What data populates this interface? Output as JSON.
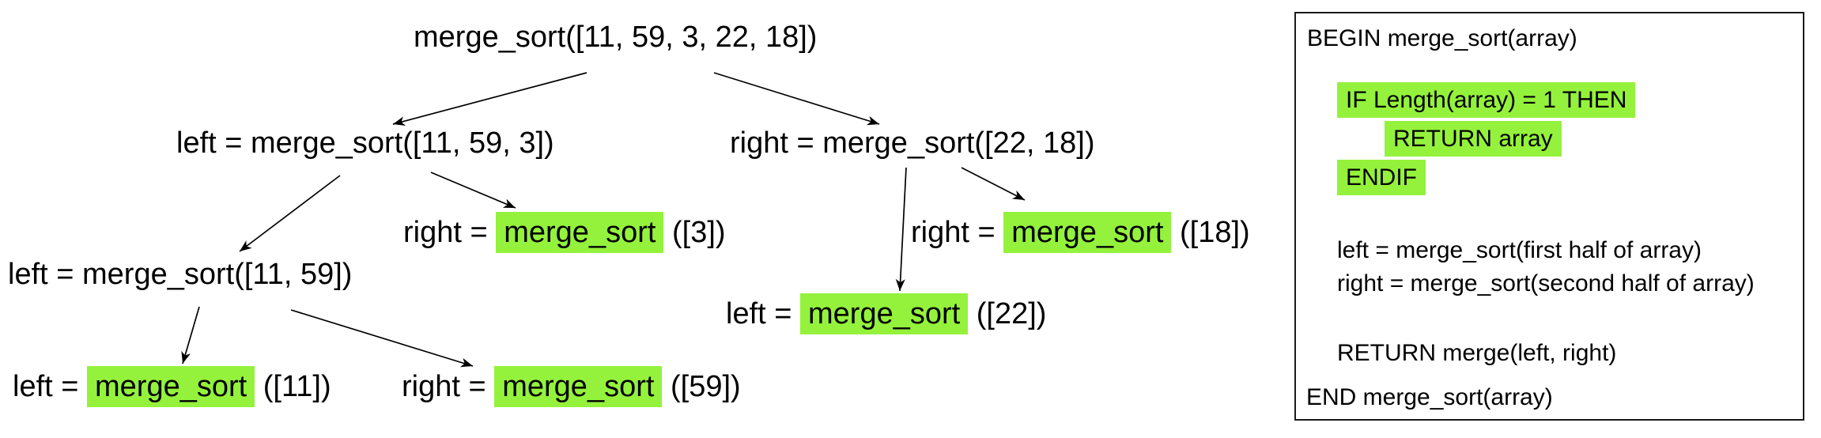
{
  "colors": {
    "highlight_green": "#94F23C",
    "text": "#000000",
    "panel_border": "#1a1a1a",
    "background": "#ffffff"
  },
  "tree": {
    "nodes": [
      {
        "text": "merge_sort([11, 59, 3, 22, 18])"
      },
      {
        "text": "left = merge_sort([11, 59, 3])"
      },
      {
        "text": "right = merge_sort([22, 18])"
      },
      {
        "prefix": "right = ",
        "highlight": "merge_sort",
        "suffix": " ([3])"
      },
      {
        "prefix": "right = ",
        "highlight": "merge_sort",
        "suffix": " ([18])"
      },
      {
        "text": "left = merge_sort([11, 59])"
      },
      {
        "prefix": "left = ",
        "highlight": "merge_sort",
        "suffix": " ([22])"
      },
      {
        "prefix": "left = ",
        "highlight": "merge_sort",
        "suffix": " ([11])"
      },
      {
        "prefix": "right = ",
        "highlight": "merge_sort",
        "suffix": " ([59])"
      }
    ]
  },
  "pseudocode": {
    "lines": [
      {
        "text": "BEGIN merge_sort(array)",
        "highlighted": false
      },
      {
        "text": "IF Length(array) = 1 THEN",
        "highlighted": true
      },
      {
        "text": "RETURN array",
        "highlighted": true
      },
      {
        "text": "ENDIF",
        "highlighted": true
      },
      {
        "text": "left = merge_sort(first half of array)",
        "highlighted": false
      },
      {
        "text": "right = merge_sort(second half of array)",
        "highlighted": false
      },
      {
        "text": "RETURN merge(left, right)",
        "highlighted": false
      },
      {
        "text": "END merge_sort(array)",
        "highlighted": false
      }
    ]
  }
}
